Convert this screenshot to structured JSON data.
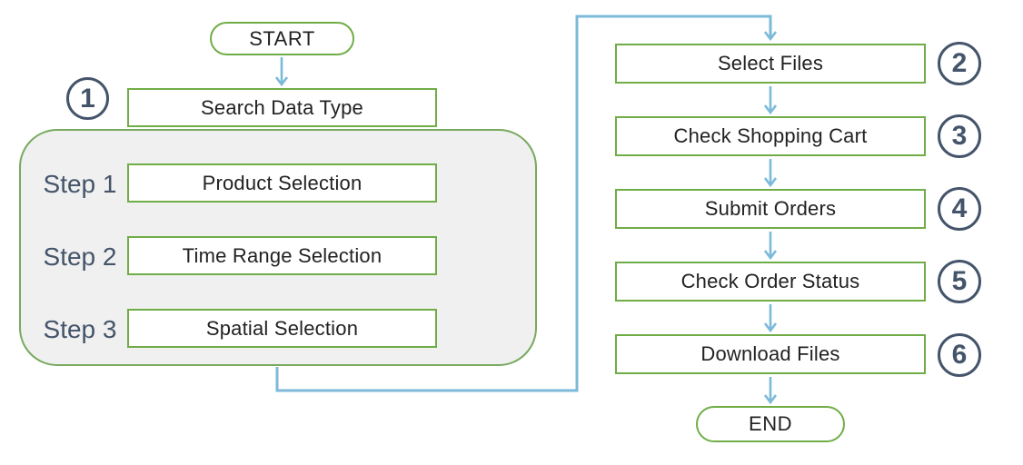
{
  "diagram": {
    "start_label": "START",
    "end_label": "END",
    "search": {
      "number": "1",
      "box": "Search Data Type"
    },
    "steps": [
      {
        "label": "Step 1",
        "box": "Product Selection"
      },
      {
        "label": "Step 2",
        "box": "Time Range Selection"
      },
      {
        "label": "Step 3",
        "box": "Spatial Selection"
      }
    ],
    "right_steps": [
      {
        "number": "2",
        "box": "Select Files"
      },
      {
        "number": "3",
        "box": "Check Shopping Cart"
      },
      {
        "number": "4",
        "box": "Submit Orders"
      },
      {
        "number": "5",
        "box": "Check Order Status"
      },
      {
        "number": "6",
        "box": "Download Files"
      }
    ],
    "colors": {
      "node_border_green": "#70AD47",
      "arrow_blue": "#7CBADA",
      "number_slate": "#44546A",
      "group_fill_gray": "#F0F0F0"
    }
  }
}
